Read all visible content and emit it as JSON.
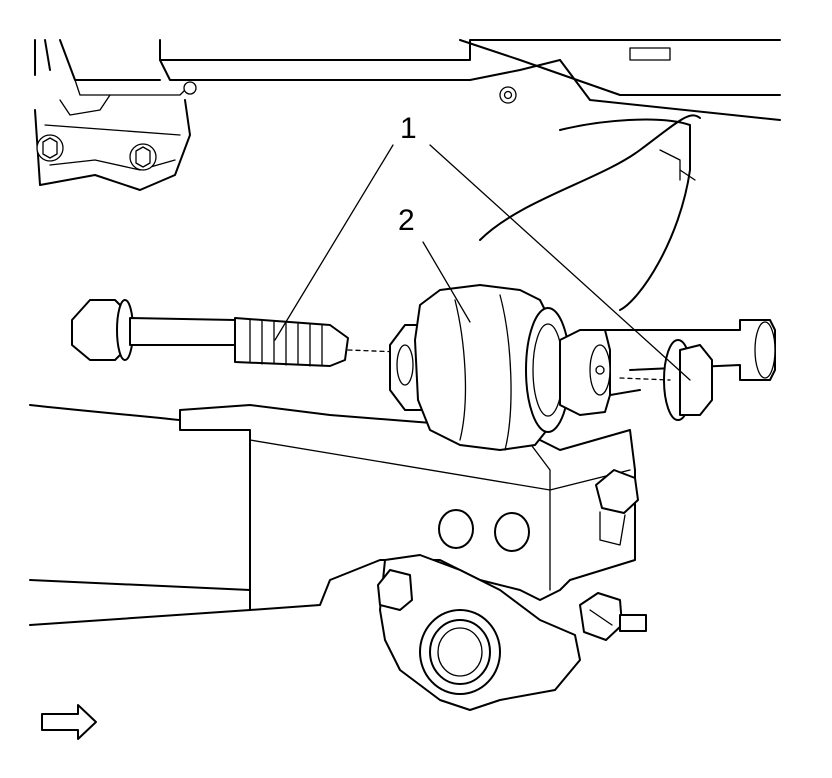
{
  "callouts": [
    {
      "id": "1",
      "label": "1"
    },
    {
      "id": "2",
      "label": "2"
    }
  ],
  "icons": {
    "view_direction": "right-arrow-icon"
  }
}
